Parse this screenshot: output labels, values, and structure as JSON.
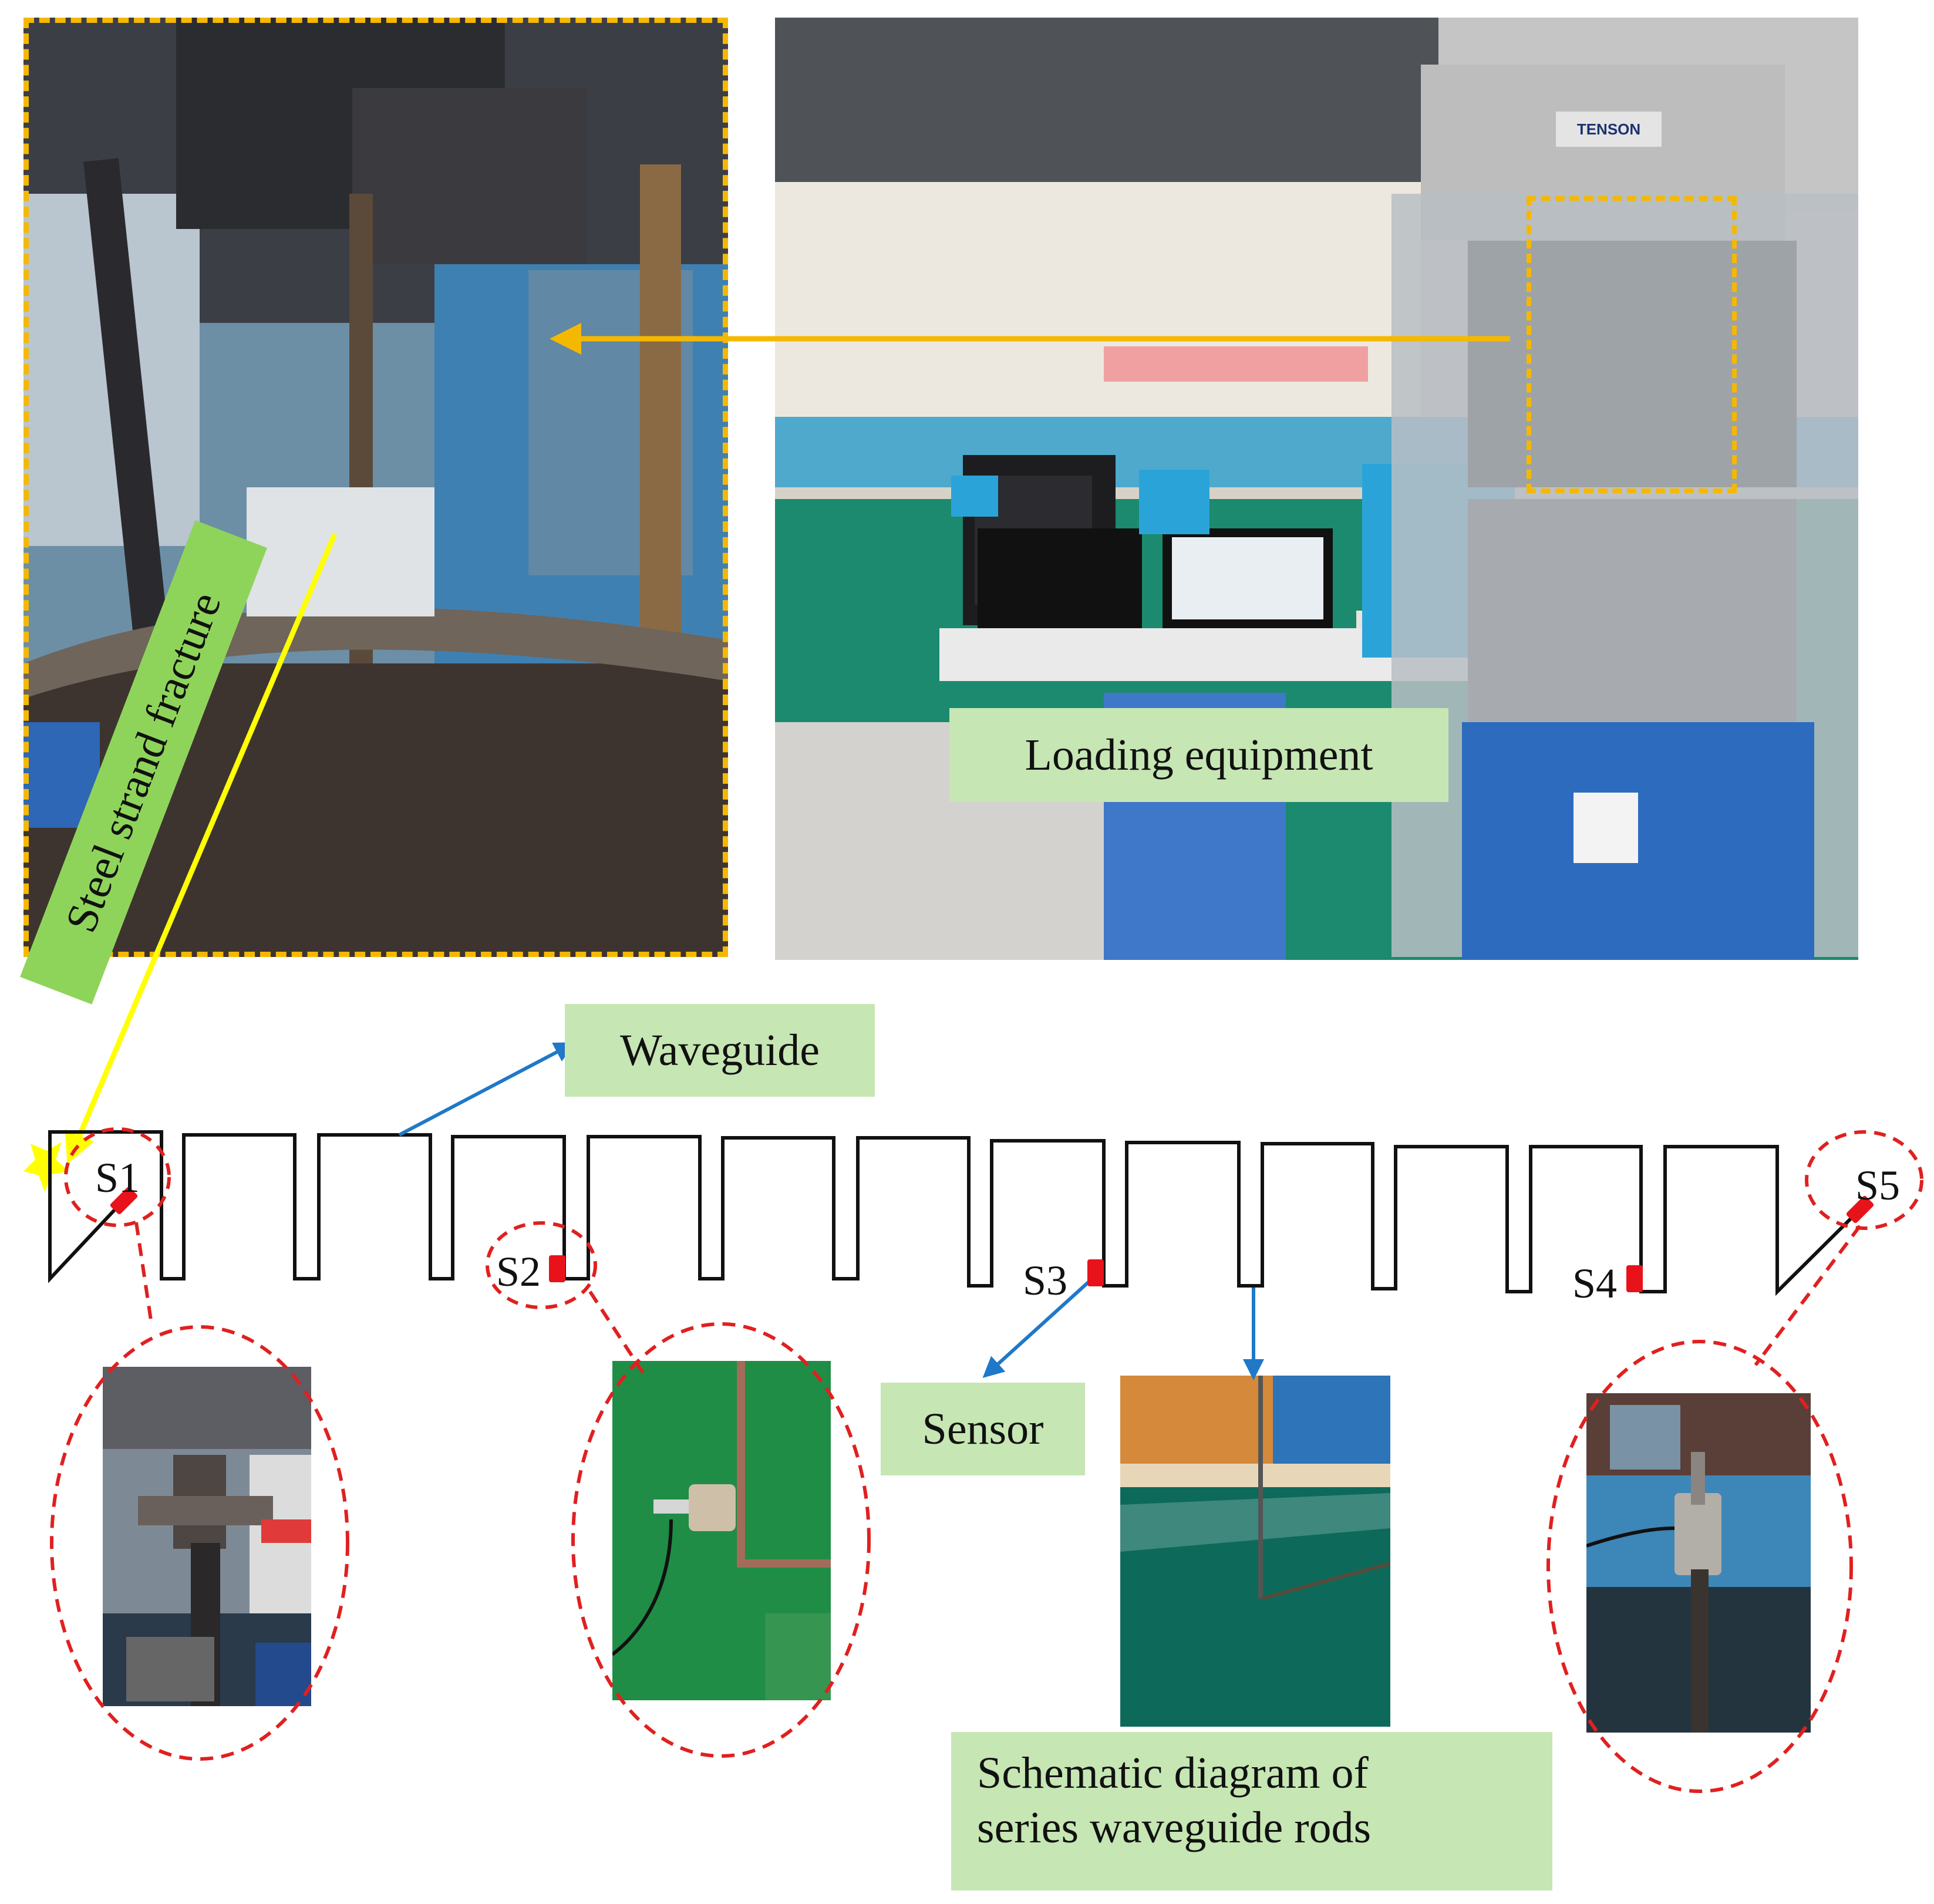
{
  "top_photos": {
    "loading_equipment": {
      "label": "Loading equipment",
      "machine_brand": "TENSON"
    },
    "fracture_closeup": {
      "label": "Steel strand fracture"
    }
  },
  "schematic": {
    "waveguide_label": "Waveguide",
    "sensor_label": "Sensor",
    "diagram_caption_line1": "Schematic diagram of",
    "diagram_caption_line2": "series waveguide rods",
    "sensors": [
      "S1",
      "S2",
      "S3",
      "S4",
      "S5"
    ]
  },
  "colors": {
    "highlight_frame": "#f5b800",
    "arrow_yellow": "#ffff00",
    "arrow_blue": "#1f78c8",
    "sensor_red": "#e8121b",
    "circle_red": "#e02020",
    "label_green": "#c6e6b4",
    "rotated_label_green": "#8fd45a"
  }
}
